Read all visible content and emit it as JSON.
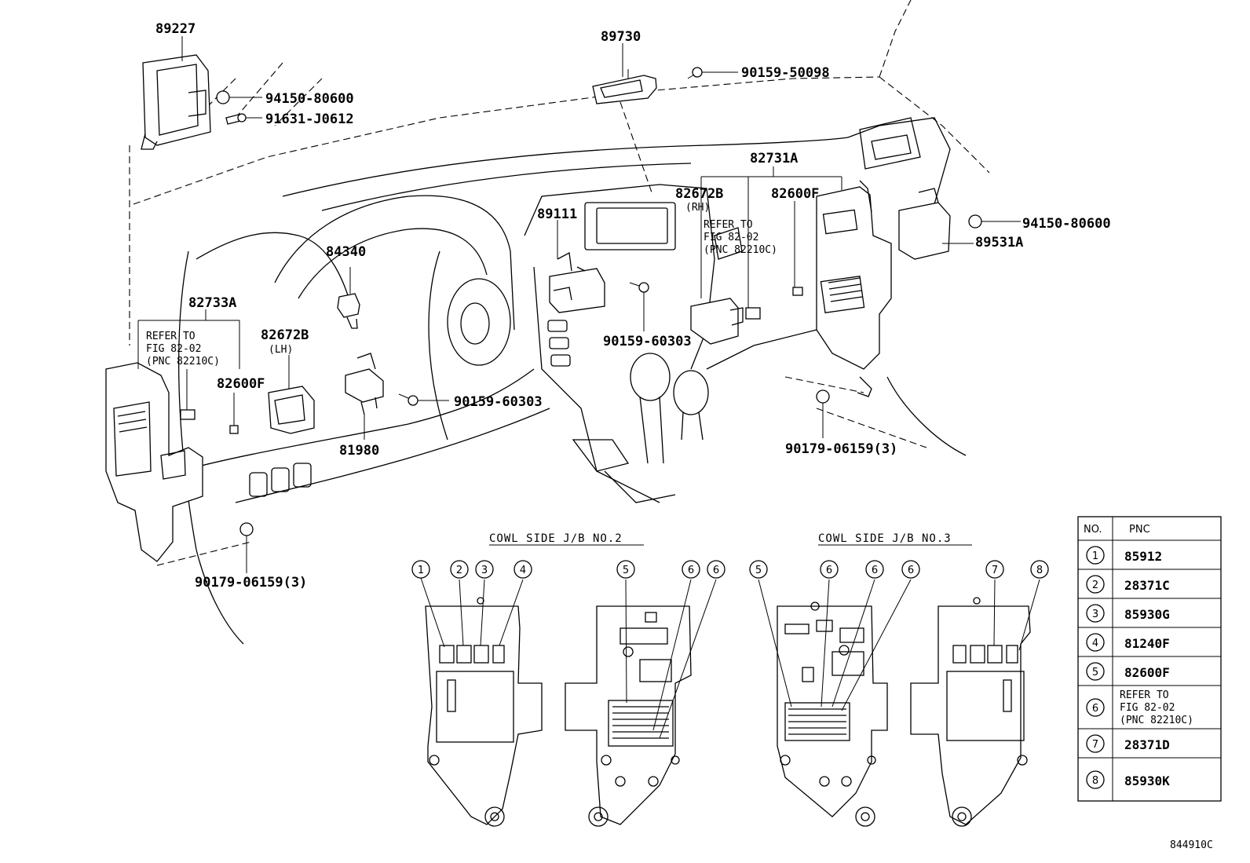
{
  "figure_id": "844910C",
  "callouts": {
    "c89227": "89227",
    "c94150_left": "94150-80600",
    "c91631": "91631-J0612",
    "c89730": "89730",
    "c90159_50098": "90159-50098",
    "c82731A": "82731A",
    "c82672B_rh": "82672B",
    "rh": "(RH)",
    "c82600F_right": "82600F",
    "refer_right_1": "REFER TO",
    "refer_right_2": "FIG 82-02",
    "refer_right_3": "(PNC 82210C)",
    "c89111": "89111",
    "c94150_right": "94150-80600",
    "c89531A": "89531A",
    "c84340": "84340",
    "c82733A": "82733A",
    "refer_left_1": "REFER TO",
    "refer_left_2": "FIG 82-02",
    "refer_left_3": "(PNC 82210C)",
    "c82672B_lh": "82672B",
    "lh": "(LH)",
    "c82600F_left": "82600F",
    "c90159_60303_mid": "90159-60303",
    "c90159_60303_left": "90159-60303",
    "c81980": "81980",
    "c90179_right": "90179-06159(3)",
    "c90179_left": "90179-06159(3)"
  },
  "jb_titles": {
    "jb2": "COWL SIDE J/B NO.2",
    "jb3": "COWL SIDE J/B NO.3"
  },
  "jb_numbers": {
    "n1": "1",
    "n2": "2",
    "n3": "3",
    "n4": "4",
    "n5a": "5",
    "n6a": "6",
    "n6b": "6",
    "n5b": "5",
    "n6c": "6",
    "n6d": "6",
    "n6e": "6",
    "n7": "7",
    "n8": "8"
  },
  "table": {
    "header_no": "NO.",
    "header_pnc": "PNC",
    "rows": [
      {
        "no": "1",
        "pnc": "85912"
      },
      {
        "no": "2",
        "pnc": "28371C"
      },
      {
        "no": "3",
        "pnc": "85930G"
      },
      {
        "no": "4",
        "pnc": "81240F"
      },
      {
        "no": "5",
        "pnc": "82600F"
      },
      {
        "no": "6",
        "pnc": "REFER TO",
        "pnc2": "FIG 82-02",
        "pnc3": "(PNC 82210C)"
      },
      {
        "no": "7",
        "pnc": "28371D"
      },
      {
        "no": "8",
        "pnc": "85930K"
      }
    ]
  }
}
